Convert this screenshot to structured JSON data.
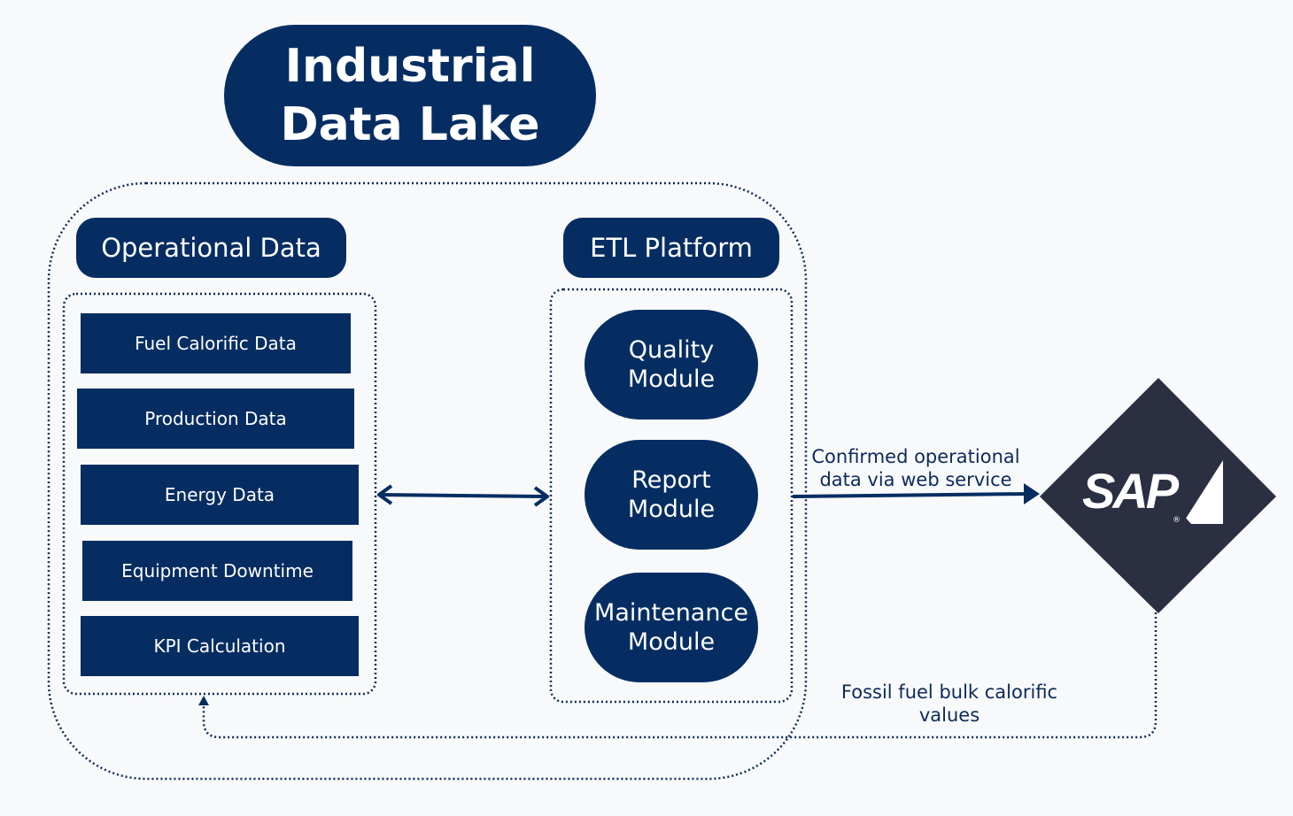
{
  "title": {
    "line1": "Industrial",
    "line2": "Data Lake"
  },
  "operational": {
    "header": "Operational Data",
    "items": [
      "Fuel Calorific Data",
      "Production Data",
      "Energy Data",
      "Equipment Downtime",
      "KPI Calculation"
    ]
  },
  "etl": {
    "header": "ETL Platform",
    "modules": [
      {
        "line1": "Quality",
        "line2": "Module"
      },
      {
        "line1": "Report",
        "line2": "Module"
      },
      {
        "line1": "Maintenance",
        "line2": "Module"
      }
    ]
  },
  "flows": {
    "to_sap": {
      "line1": "Confirmed operational",
      "line2": "data via web service"
    },
    "from_sap": {
      "line1": "Fossil fuel bulk calorific",
      "line2": "values"
    }
  },
  "sap": {
    "logo_text": "SAP",
    "registered_mark": "®"
  },
  "colors": {
    "navy": "#052d62",
    "sap_diamond": "#2b2f42",
    "background": "#f8f9fa"
  }
}
